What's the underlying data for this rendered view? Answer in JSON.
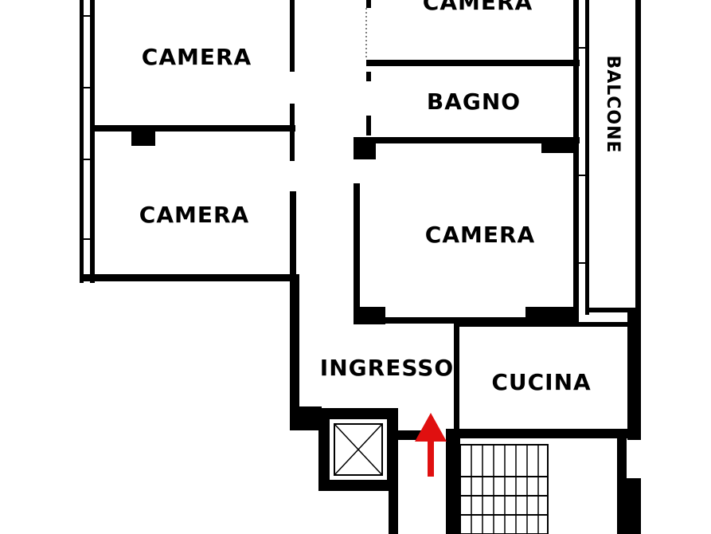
{
  "rooms": {
    "camera_top": "CAMERA",
    "camera_top_left": "CAMERA",
    "bagno": "BAGNO",
    "balcone": "BALCONE",
    "camera_mid_left": "CAMERA",
    "camera_mid_right": "CAMERA",
    "ingresso": "INGRESSO",
    "cucina": "CUCINA"
  },
  "colors": {
    "wall": "#000000",
    "background": "#ffffff",
    "entrance_arrow": "#e01010"
  },
  "icons": {
    "entrance": "arrow-up-icon",
    "elevator": "elevator-shaft-icon",
    "stairs": "stairs-icon"
  }
}
